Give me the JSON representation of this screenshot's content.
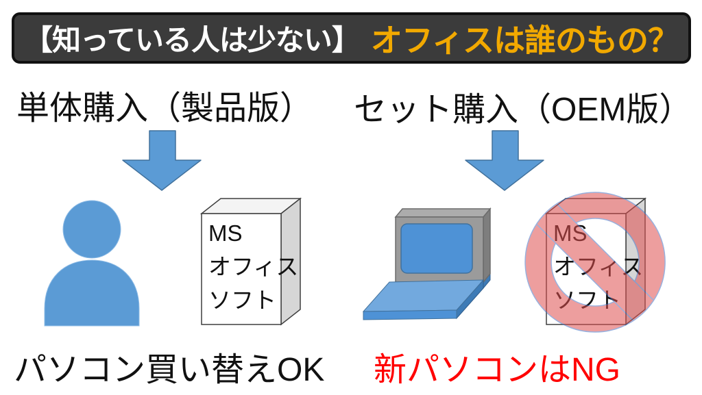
{
  "title_bar": {
    "prefix": "【知っている人は少ない】",
    "highlight": "オフィスは誰のもの？"
  },
  "columns": [
    {
      "heading": "単体購入（製品版）",
      "caption": "パソコン買い替えOK",
      "caption_color": "#111111",
      "result": "OK"
    },
    {
      "heading": "セット購入（OEM版）",
      "caption": "新パソコンはNG",
      "caption_color": "#FF0000",
      "result": "NG"
    }
  ],
  "software_box": {
    "lines": [
      "MS",
      "オフィス",
      "ソフト"
    ]
  },
  "icons": {
    "flow": "down-arrow-icon",
    "left_owner": "person-icon",
    "right_owner": "laptop-icon",
    "package": "software-box-icon",
    "forbidden": "prohibition-icon"
  },
  "colors": {
    "titlebar_bg": "#3B3B3B",
    "titlebar_border": "#111111",
    "title_white": "#FFFFFF",
    "accent_orange": "#F2A900",
    "shape_blue": "#5B9BD5",
    "shape_blue_border": "#41719C",
    "box_side_gray": "#D6D6D6",
    "bezel_gray": "#9B9B9B",
    "ng_red": "#FF0000",
    "prohibition_fill": "#E04F4F"
  }
}
